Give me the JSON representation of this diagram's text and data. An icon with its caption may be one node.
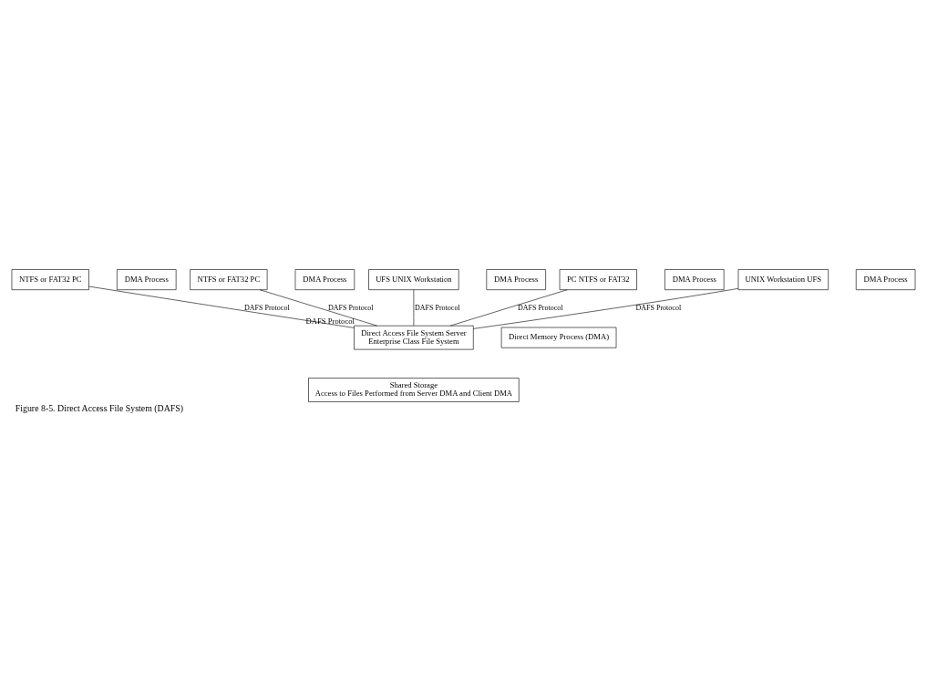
{
  "diagram": {
    "caption": "Figure 8-5. Direct Access File System (DAFS)",
    "nodes": [
      {
        "text": [
          "NTFS or FAT32 PC"
        ]
      },
      {
        "text": [
          "DMA Process"
        ]
      },
      {
        "text": [
          "DMA Process"
        ]
      },
      {
        "text": [
          "NTFS or FAT32 PC"
        ]
      },
      {
        "text": [
          "DMA Process"
        ]
      },
      {
        "text": [
          "UFS UNIX Workstation"
        ]
      },
      {
        "text": [
          "DMA Process"
        ]
      },
      {
        "text": [
          "PC NTFS or FAT32"
        ]
      },
      {
        "text": [
          "UNIX Workstation UFS"
        ]
      },
      {
        "text": [
          "DMA Process"
        ]
      },
      {
        "text": [
          "Direct Memory Process (DMA)"
        ]
      },
      {
        "text": [
          "Direct Access File System Server",
          "Enterprise Class File System"
        ],
        "beside": [
          "DAFS Protocol"
        ]
      },
      {
        "text": [
          "Shared Storage",
          "Access to Files Performed from Server DMA and Client DMA"
        ]
      }
    ],
    "edges": [
      {
        "from": 0,
        "to": 11,
        "arrow": "none",
        "label": "DAFS Protocol"
      },
      {
        "from": 3,
        "to": 11,
        "arrow": "none",
        "label": "DAFS Protocol"
      },
      {
        "from": 5,
        "to": 11,
        "arrow": "none",
        "label": "DAFS Protocol"
      },
      {
        "from": 7,
        "to": 11,
        "arrow": "none",
        "label": "DAFS Protocol"
      },
      {
        "from": 8,
        "to": 11,
        "arrow": "none",
        "label": "DAFS Protocol"
      }
    ]
  }
}
